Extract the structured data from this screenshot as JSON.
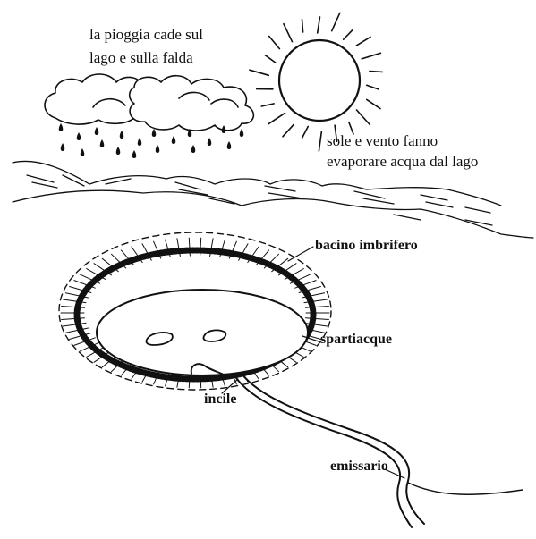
{
  "labels": {
    "rain_line1": "la pioggia cade sul",
    "rain_line2": "lago e sulla falda",
    "evap_line1": "sole e vento fanno",
    "evap_line2": "evaporare acqua dal lago",
    "catchment": "bacino imbrifero",
    "watershed_divide": "spartiacque",
    "lake_outlet": "incile",
    "outflow_river": "emissario"
  },
  "icons": [
    "cloud-icon",
    "sun-icon",
    "raindrop-icon",
    "island-icon"
  ]
}
